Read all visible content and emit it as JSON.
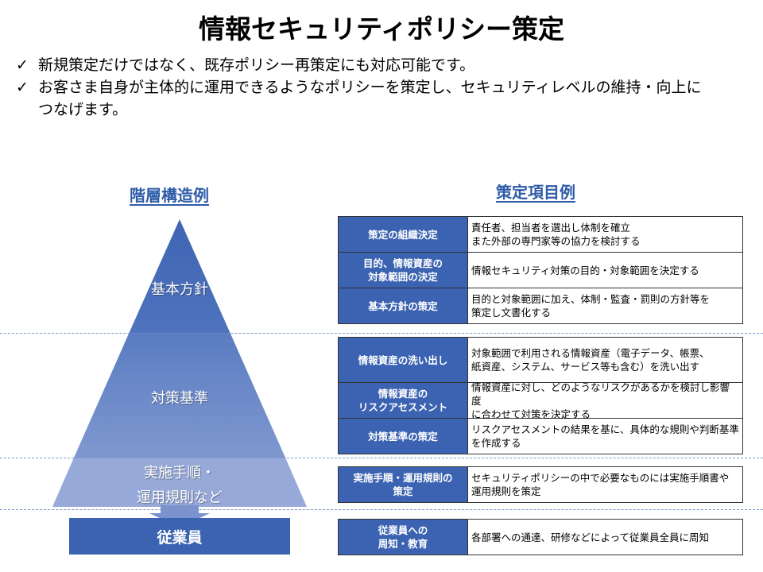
{
  "title": "情報セキュリティポリシー策定",
  "bullets": [
    {
      "check": "✓",
      "line1": "新規策定だけではなく、既存ポリシー再策定にも対応可能です。",
      "line2": ""
    },
    {
      "check": "✓",
      "line1": "お客さま自身が主体的に運用できるようなポリシーを策定し、セキュリティレベルの維持・向上に",
      "line2": "つなげます。"
    }
  ],
  "left_heading": "階層構造例",
  "right_heading": "策定項目例",
  "pyramid": {
    "top": "基本方針",
    "middle": "対策基準",
    "bottom_line1": "実施手順・",
    "bottom_line2": "運用規則など",
    "base": "従業員"
  },
  "groups": [
    {
      "rows": [
        {
          "item": "策定の組織決定",
          "desc": "責任者、担当者を選出し体制を確立\nまた外部の専門家等の協力を検討する"
        },
        {
          "item": "目的、情報資産の\n対象範囲の決定",
          "desc": "情報セキュリティ対策の目的・対象範囲を決定する"
        },
        {
          "item": "基本方針の策定",
          "desc": "目的と対象範囲に加え、体制・監査・罰則の方針等を\n策定し文書化する"
        }
      ]
    },
    {
      "rows": [
        {
          "item": "情報資産の洗い出し",
          "desc": "対象範囲で利用される情報資産（電子データ、帳票、\n紙資産、システム、サービス等も含む）を洗い出す"
        },
        {
          "item": "情報資産の\nリスクアセスメント",
          "desc": "情報資産に対し、どのようなリスクがあるかを検討し影響度\nに合わせて対策を決定する"
        },
        {
          "item": "対策基準の策定",
          "desc": "リスクアセスメントの結果を基に、具体的な規則や判断基準\nを作成する"
        }
      ]
    },
    {
      "rows": [
        {
          "item": "実施手順・運用規則の\n策定",
          "desc": "セキュリティポリシーの中で必要なものには実施手順書や\n運用規則を策定"
        }
      ]
    },
    {
      "rows": [
        {
          "item": "従業員への\n周知・教育",
          "desc": "各部署への通達、研修などによって従業員全員に周知"
        }
      ]
    }
  ],
  "colors": {
    "accent": "#3b63b1",
    "light": "#93a7d6",
    "heading": "#2e5ca8"
  }
}
